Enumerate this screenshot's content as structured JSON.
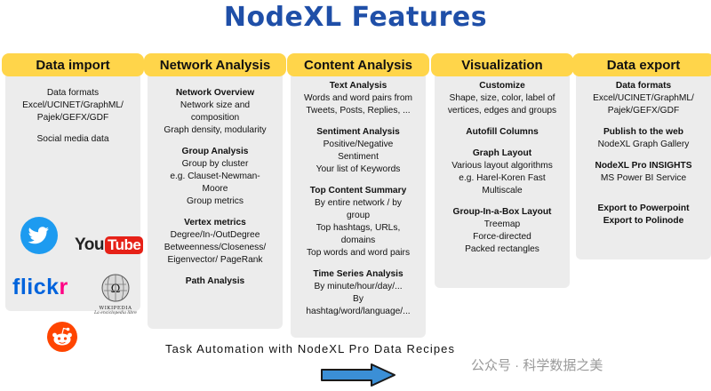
{
  "title": "NodeXL Features",
  "columns": [
    {
      "header": "Data import",
      "items": [
        {
          "type": "text",
          "text": "Data formats"
        },
        {
          "type": "text",
          "text": "Excel/UCINET/GraphML/"
        },
        {
          "type": "text",
          "text": "Pajek/GEFX/GDF"
        },
        {
          "type": "gap"
        },
        {
          "type": "text",
          "text": "Social media data"
        }
      ]
    },
    {
      "header": "Network Analysis",
      "items": [
        {
          "type": "heading",
          "text": "Network Overview"
        },
        {
          "type": "text",
          "text": "Network size and"
        },
        {
          "type": "text",
          "text": "composition"
        },
        {
          "type": "text",
          "text": "Graph density, modularity"
        },
        {
          "type": "gap"
        },
        {
          "type": "heading",
          "text": "Group Analysis"
        },
        {
          "type": "text",
          "text": "Group by cluster"
        },
        {
          "type": "text",
          "text": "e.g. Clauset-Newman-"
        },
        {
          "type": "text",
          "text": "Moore"
        },
        {
          "type": "text",
          "text": "Group metrics"
        },
        {
          "type": "gap"
        },
        {
          "type": "heading",
          "text": "Vertex metrics"
        },
        {
          "type": "text",
          "text": "Degree/In-/OutDegree"
        },
        {
          "type": "text",
          "text": "Betweenness/Closeness/"
        },
        {
          "type": "text",
          "text": "Eigenvector/ PageRank"
        },
        {
          "type": "gap"
        },
        {
          "type": "heading",
          "text": "Path Analysis"
        }
      ]
    },
    {
      "header": "Content Analysis",
      "items": [
        {
          "type": "heading",
          "text": "Text Analysis"
        },
        {
          "type": "text",
          "text": "Words and word pairs from"
        },
        {
          "type": "text",
          "text": "Tweets, Posts, Replies, ..."
        },
        {
          "type": "gap"
        },
        {
          "type": "heading",
          "text": "Sentiment Analysis"
        },
        {
          "type": "text",
          "text": "Positive/Negative"
        },
        {
          "type": "text",
          "text": "Sentiment"
        },
        {
          "type": "text",
          "text": "Your list of Keywords"
        },
        {
          "type": "gap"
        },
        {
          "type": "heading",
          "text": "Top Content Summary"
        },
        {
          "type": "text",
          "text": "By entire network / by"
        },
        {
          "type": "text",
          "text": "group"
        },
        {
          "type": "text",
          "text": "Top hashtags, URLs,"
        },
        {
          "type": "text",
          "text": "domains"
        },
        {
          "type": "text",
          "text": "Top words and word pairs"
        },
        {
          "type": "gap"
        },
        {
          "type": "heading",
          "text": "Time Series Analysis"
        },
        {
          "type": "text",
          "text": "By minute/hour/day/..."
        },
        {
          "type": "text",
          "text": "By"
        },
        {
          "type": "text",
          "text": "hashtag/word/language/..."
        }
      ]
    },
    {
      "header": "Visualization",
      "items": [
        {
          "type": "heading",
          "text": "Customize"
        },
        {
          "type": "text",
          "text": "Shape, size, color, label of"
        },
        {
          "type": "text",
          "text": "vertices, edges and groups"
        },
        {
          "type": "gap"
        },
        {
          "type": "heading",
          "text": "Autofill Columns"
        },
        {
          "type": "gap"
        },
        {
          "type": "heading",
          "text": "Graph Layout"
        },
        {
          "type": "text",
          "text": "Various layout algorithms"
        },
        {
          "type": "text",
          "text": "e.g. Harel-Koren Fast"
        },
        {
          "type": "text",
          "text": "Multiscale"
        },
        {
          "type": "gap"
        },
        {
          "type": "heading",
          "text": "Group-In-a-Box Layout"
        },
        {
          "type": "text",
          "text": "Treemap"
        },
        {
          "type": "text",
          "text": "Force-directed"
        },
        {
          "type": "text",
          "text": "Packed rectangles"
        }
      ]
    },
    {
      "header": "Data export",
      "items": [
        {
          "type": "heading",
          "text": "Data formats"
        },
        {
          "type": "text",
          "text": "Excel/UCINET/GraphML/"
        },
        {
          "type": "text",
          "text": "Pajek/GEFX/GDF"
        },
        {
          "type": "gap"
        },
        {
          "type": "heading",
          "text": "Publish to the web"
        },
        {
          "type": "text",
          "text": "NodeXL Graph Gallery"
        },
        {
          "type": "gap"
        },
        {
          "type": "heading",
          "text": "NodeXL Pro INSIGHTS"
        },
        {
          "type": "text",
          "text": "MS Power BI Service"
        },
        {
          "type": "gap"
        },
        {
          "type": "gap"
        },
        {
          "type": "heading",
          "text": "Export to Powerpoint"
        },
        {
          "type": "heading",
          "text": "Export to Polinode"
        }
      ]
    }
  ],
  "logos": {
    "youtube_you": "You",
    "youtube_tube": "Tube",
    "flickr": "flickr",
    "wikipedia_name": "WIKIPEDIA",
    "wikipedia_tagline": "La enciclopedia libre",
    "wikipedia_glyph": "Ω",
    "twitter_icon": "twitter-bird-icon",
    "reddit_icon": "reddit-alien-icon"
  },
  "footer": "Task Automation with NodeXL Pro Data Recipes",
  "watermark": "公众号 · 科学数据之美",
  "colors": {
    "title": "#1f4fa8",
    "header": "#ffd54a",
    "panel": "#ececec",
    "arrow_fill": "#3b8fd6",
    "twitter": "#1d9bf0",
    "youtube_red": "#e62117",
    "flickr_blue": "#0063dc",
    "flickr_pink": "#ff0084",
    "reddit": "#ff4500"
  }
}
